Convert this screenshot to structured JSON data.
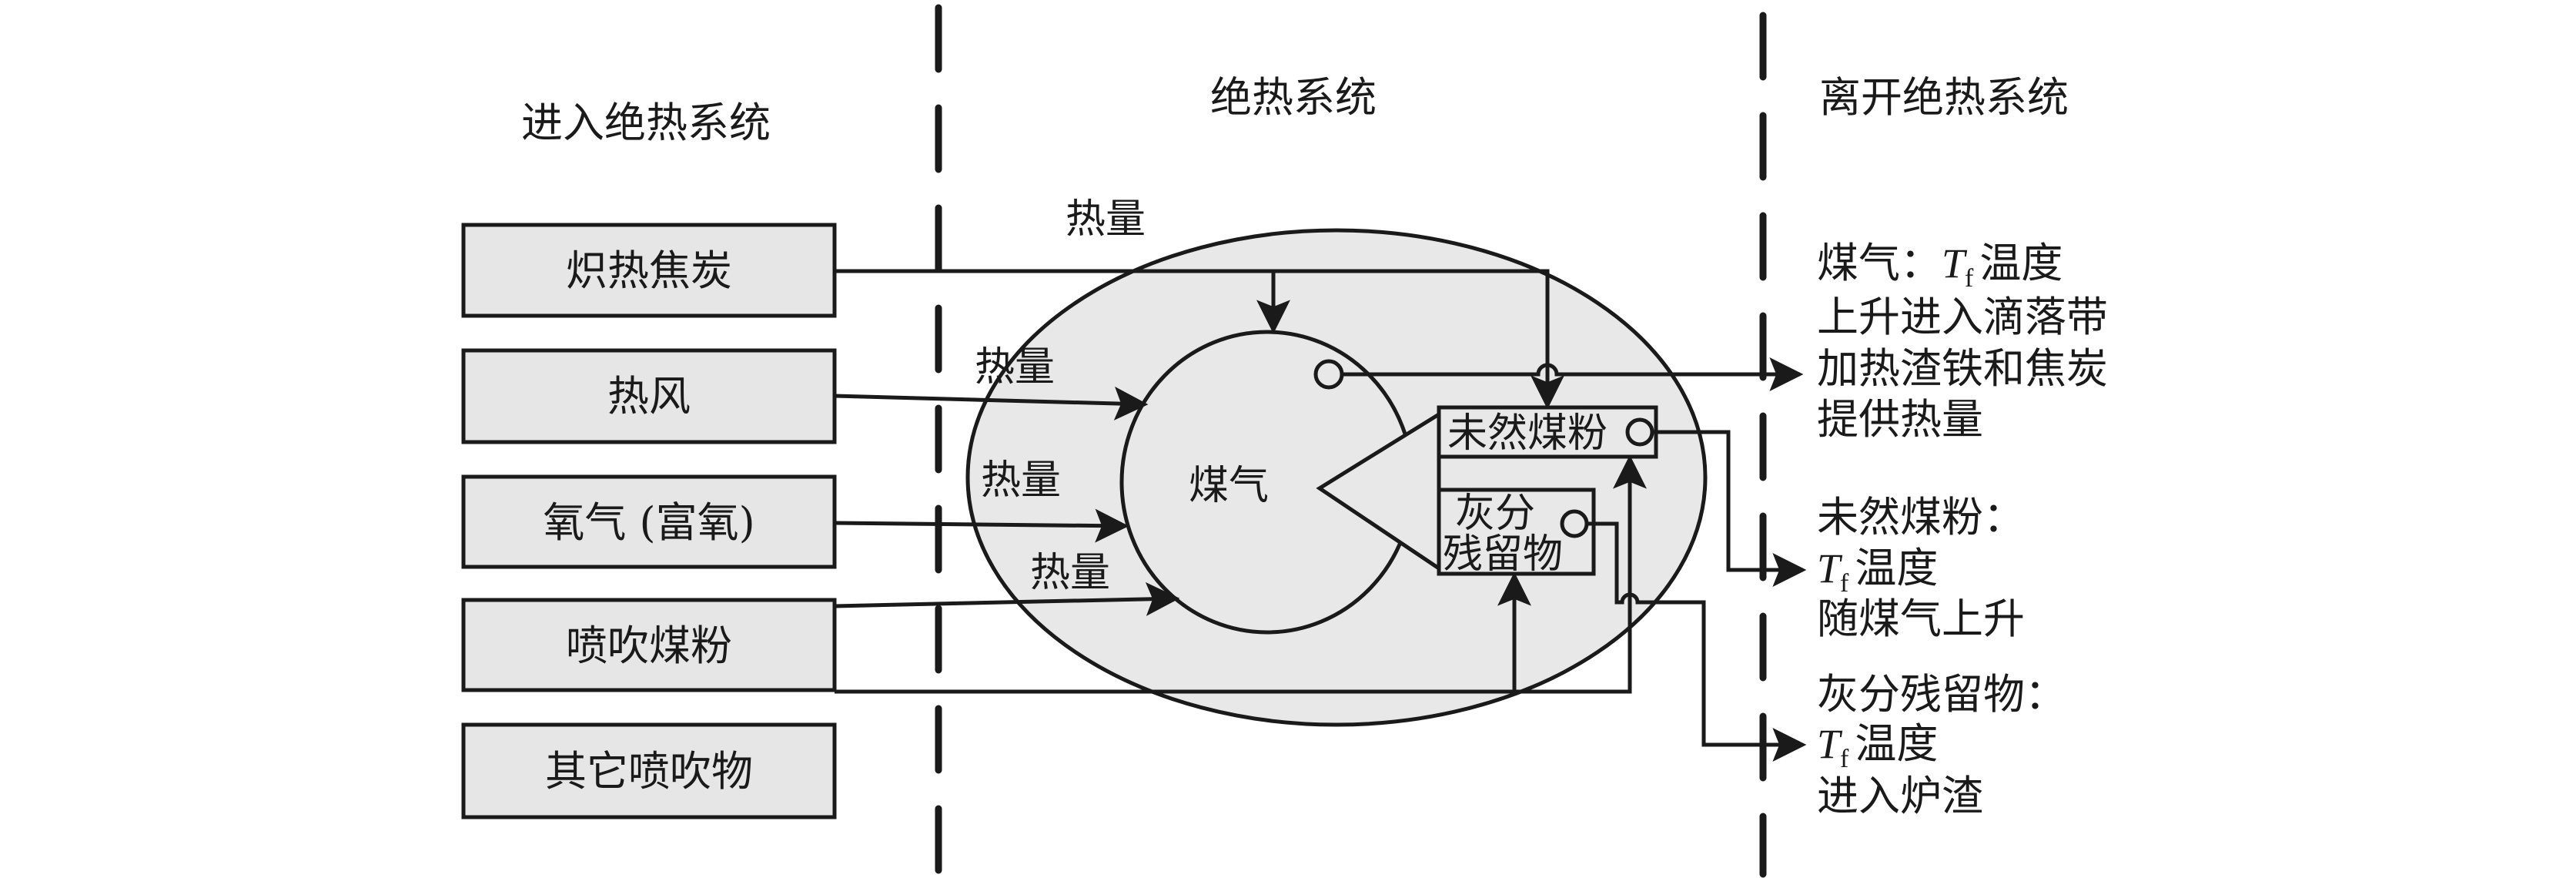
{
  "sections": {
    "enter": "进入绝热系统",
    "system": "绝热系统",
    "leave": "离开绝热系统"
  },
  "inputs": [
    {
      "label": "炽热焦炭"
    },
    {
      "label": "热风"
    },
    {
      "label": "氧气 (富氧)"
    },
    {
      "label": "喷吹煤粉"
    },
    {
      "label": "其它喷吹物"
    }
  ],
  "heat_labels": [
    "热量",
    "热量",
    "热量",
    "热量"
  ],
  "core": {
    "gas": "煤气",
    "unburnt_coal": "未然煤粉",
    "ash_line1": "灰分",
    "ash_line2": "残留物"
  },
  "outputs": {
    "gas": {
      "head": "煤气：",
      "temp_symbol": "T",
      "temp_sub": "f",
      "temp_word": "温度",
      "lines": [
        "上升进入滴落带",
        "加热渣铁和焦炭",
        "提供热量"
      ]
    },
    "unburnt": {
      "head": "未然煤粉：",
      "temp_symbol": "T",
      "temp_sub": "f",
      "temp_word": "温度",
      "lines": [
        "随煤气上升"
      ]
    },
    "ash": {
      "head": "灰分残留物：",
      "temp_symbol": "T",
      "temp_sub": "f",
      "temp_word": "温度",
      "lines": [
        "进入炉渣"
      ]
    }
  },
  "colors": {
    "box_fill": "#e6e6e6",
    "ellipse_fill": "#e8e8e8",
    "stroke": "#1a1a1a"
  }
}
